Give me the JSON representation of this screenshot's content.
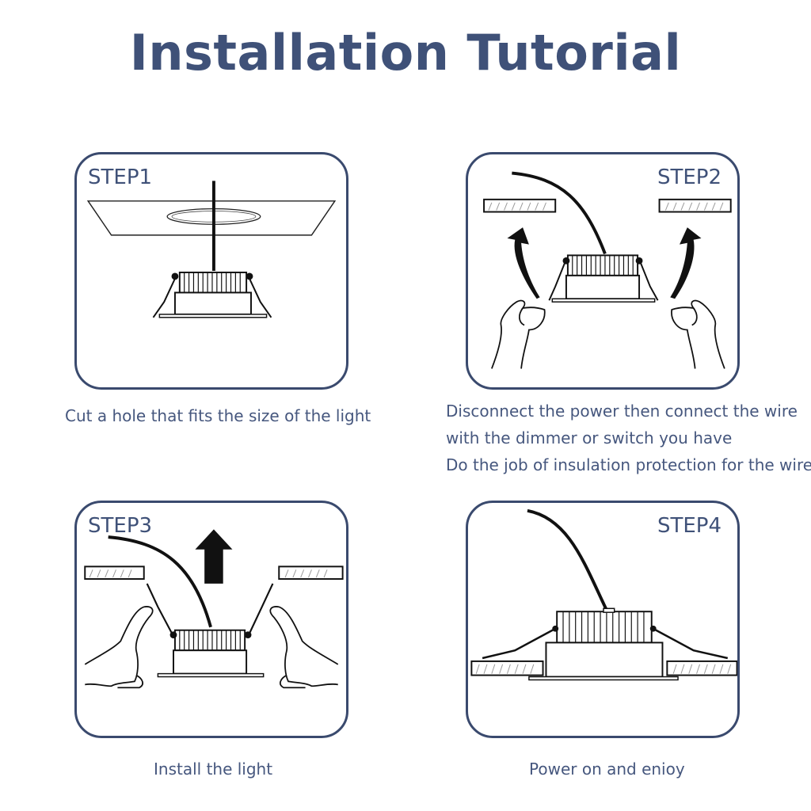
{
  "title": "Installation Tutorial",
  "colors": {
    "title": "#3f5178",
    "border": "#3a4a6e",
    "text": "#46577e"
  },
  "steps": [
    {
      "label": "STEP1",
      "caption": [
        "Cut a hole that fits the size of the light"
      ]
    },
    {
      "label": "STEP2",
      "caption": [
        "Disconnect the power then connect the wire",
        "with the dimmer or switch you have",
        "Do the job of insulation protection for the wire"
      ]
    },
    {
      "label": "STEP3",
      "caption": [
        "Install the light"
      ]
    },
    {
      "label": "STEP4",
      "caption": [
        "Power on and enioy"
      ]
    }
  ]
}
